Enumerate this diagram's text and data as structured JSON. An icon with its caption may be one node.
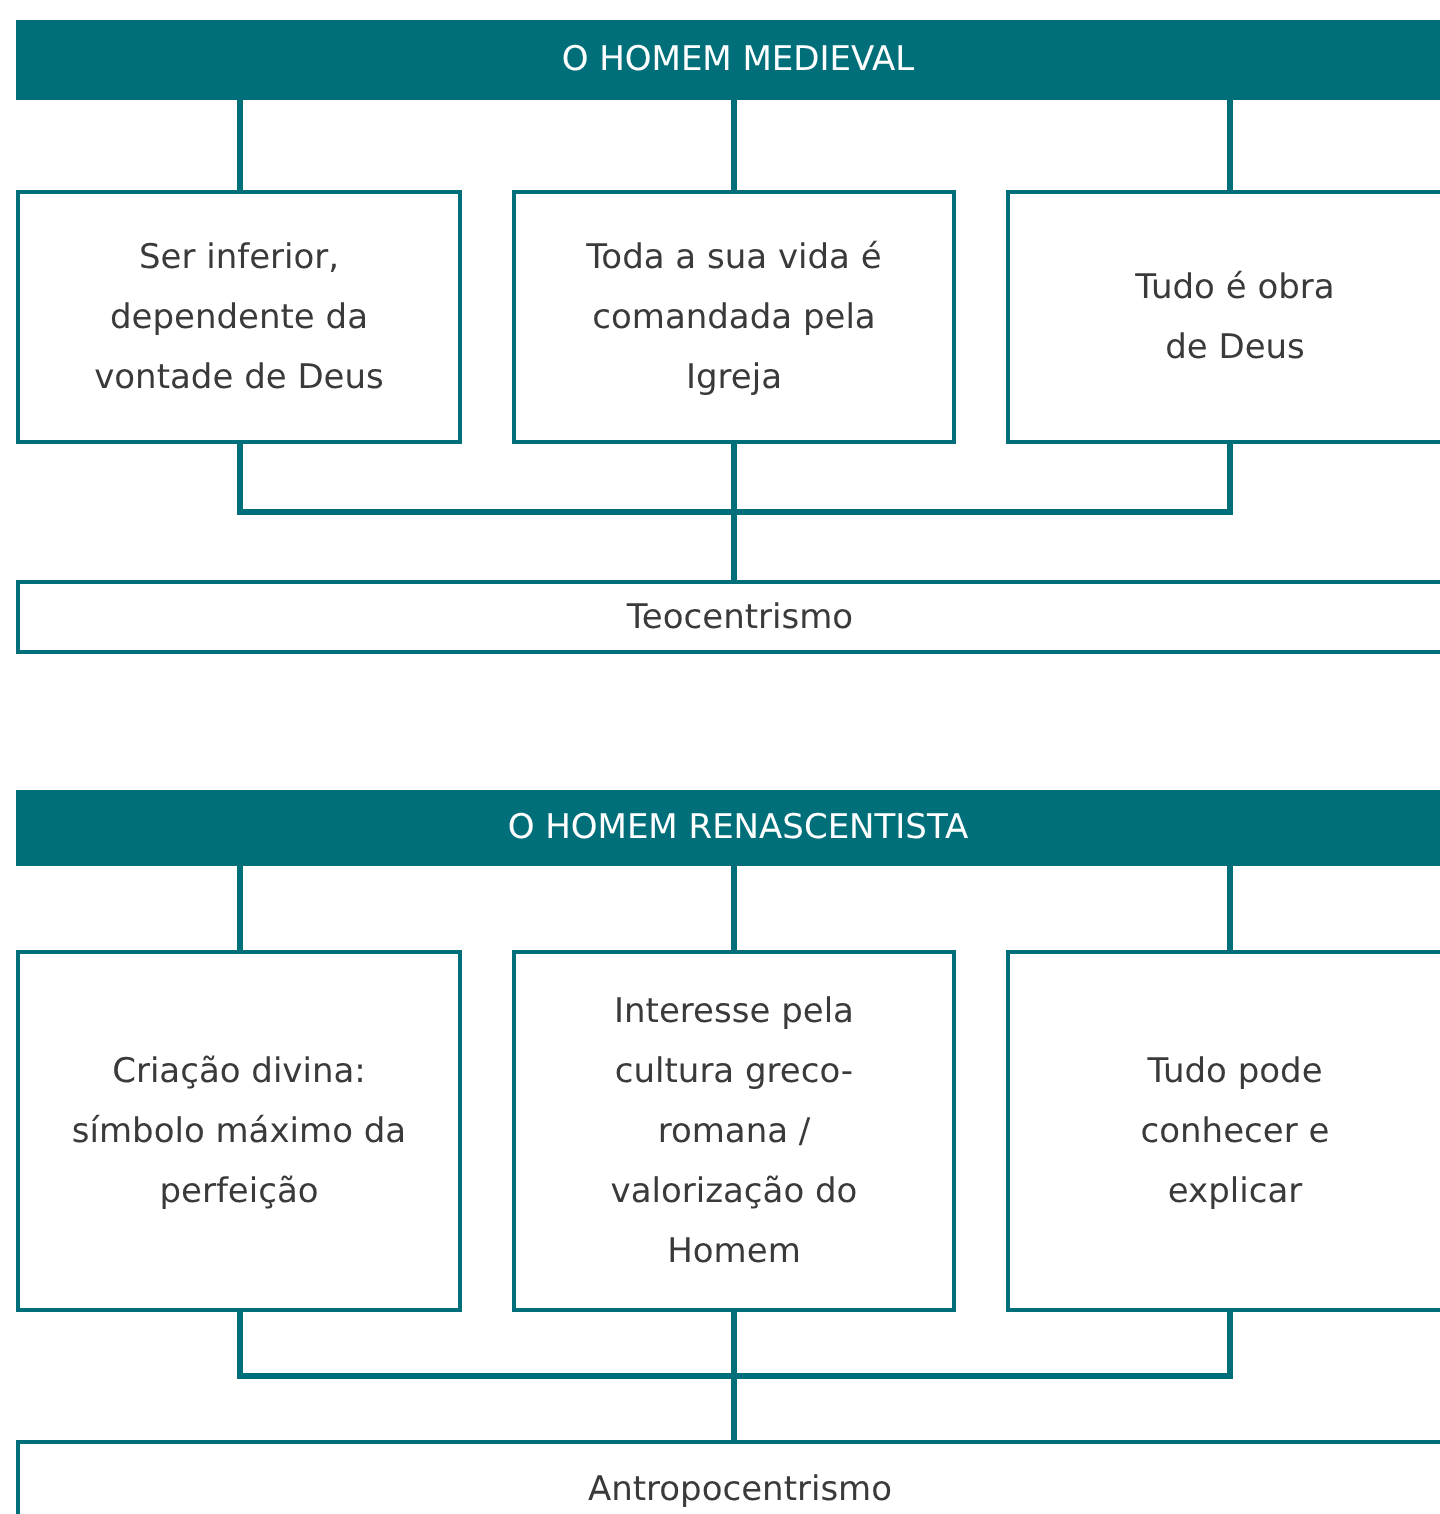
{
  "diagram": {
    "nodes": [
      {
        "text": [
          "O HOMEM MEDIEVAL"
        ]
      },
      {
        "text": [
          "Ser inferior, dependente da vontade de Deus"
        ]
      },
      {
        "text": [
          "Toda a sua vida é comandada pela Igreja"
        ]
      },
      {
        "text": [
          "Tudo é obra de Deus"
        ]
      },
      {
        "text": [
          "Teocentrismo"
        ]
      },
      {
        "text": [
          "O HOMEM RENASCENTISTA"
        ]
      },
      {
        "text": [
          "Criação divina: símbolo máximo da perfeição"
        ]
      },
      {
        "text": [
          "Interesse pela cultura greco-romana / valorização do Homem"
        ]
      },
      {
        "text": [
          "Tudo pode conhecer e explicar"
        ]
      },
      {
        "text": [
          "Antropocentrismo"
        ]
      }
    ],
    "edges": [
      {
        "from": 0,
        "to": 1,
        "arrow": "none"
      },
      {
        "from": 0,
        "to": 2,
        "arrow": "none"
      },
      {
        "from": 0,
        "to": 3,
        "arrow": "none"
      },
      {
        "from": 1,
        "to": 4,
        "arrow": "none"
      },
      {
        "from": 2,
        "to": 4,
        "arrow": "none"
      },
      {
        "from": 3,
        "to": 4,
        "arrow": "none"
      },
      {
        "from": 5,
        "to": 6,
        "arrow": "none"
      },
      {
        "from": 5,
        "to": 7,
        "arrow": "none"
      },
      {
        "from": 5,
        "to": 8,
        "arrow": "none"
      },
      {
        "from": 6,
        "to": 9,
        "arrow": "none"
      },
      {
        "from": 7,
        "to": 9,
        "arrow": "none"
      },
      {
        "from": 8,
        "to": 9,
        "arrow": "none"
      }
    ]
  }
}
